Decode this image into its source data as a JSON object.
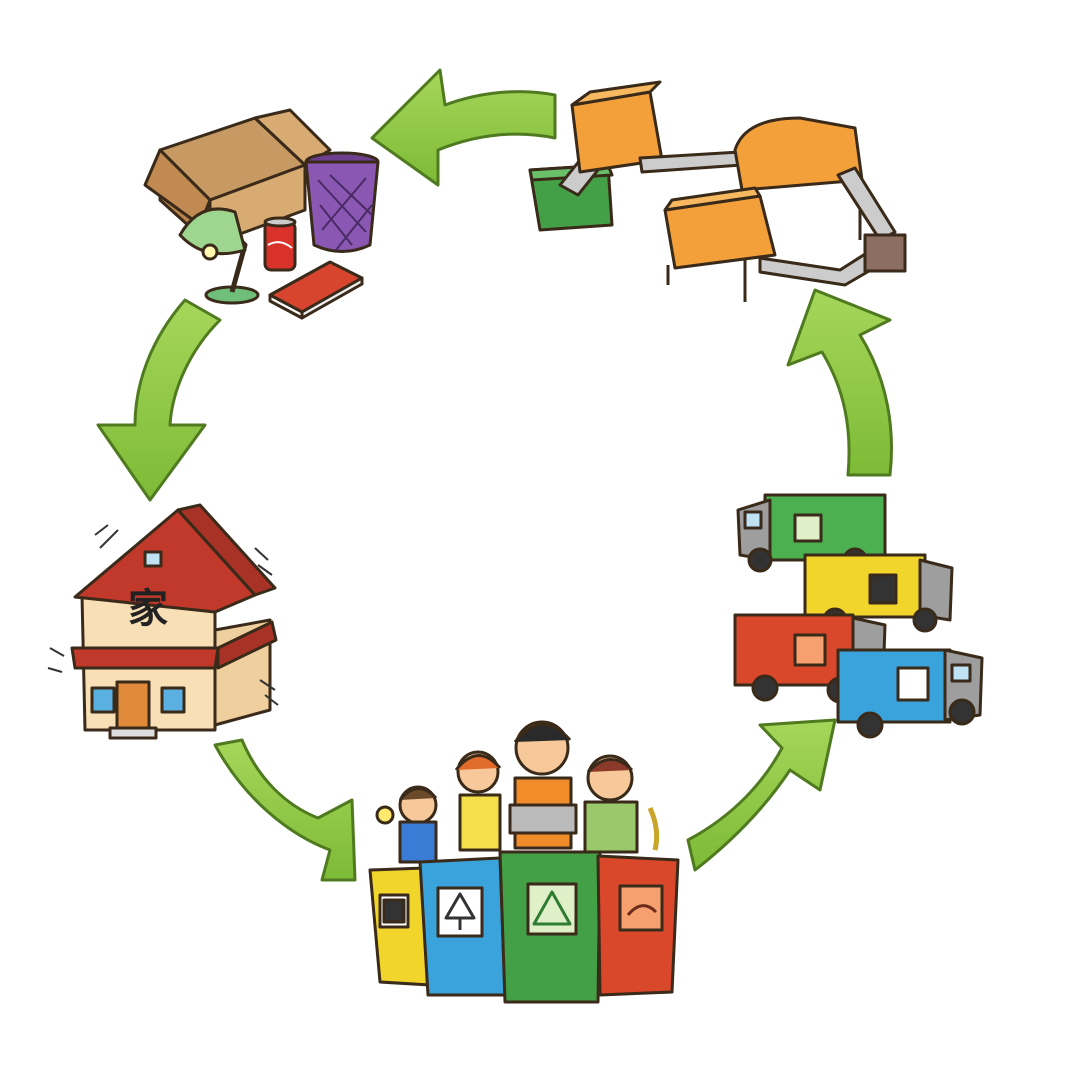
{
  "colors": {
    "arrow": "#8cc63f",
    "arrow_outline": "#4f7a1f",
    "bin_yellow": "#f2d52a",
    "bin_blue": "#3aa3dc",
    "bin_green": "#43a047",
    "bin_red": "#d9482b",
    "house_wall": "#f9dfb6",
    "house_roof": "#c0392b",
    "factory_orange": "#f4a03a"
  },
  "stages": [
    {
      "id": "household-items",
      "icon": "box-lamp-can-book-basket"
    },
    {
      "id": "home",
      "icon": "house-icon",
      "label": "家"
    },
    {
      "id": "sorting-bins",
      "icon": "people-with-trash-bins"
    },
    {
      "id": "collection-trucks",
      "icon": "garbage-trucks"
    },
    {
      "id": "recycling-plant",
      "icon": "factory-conveyor"
    }
  ],
  "cycle_direction": "counter-clockwise"
}
